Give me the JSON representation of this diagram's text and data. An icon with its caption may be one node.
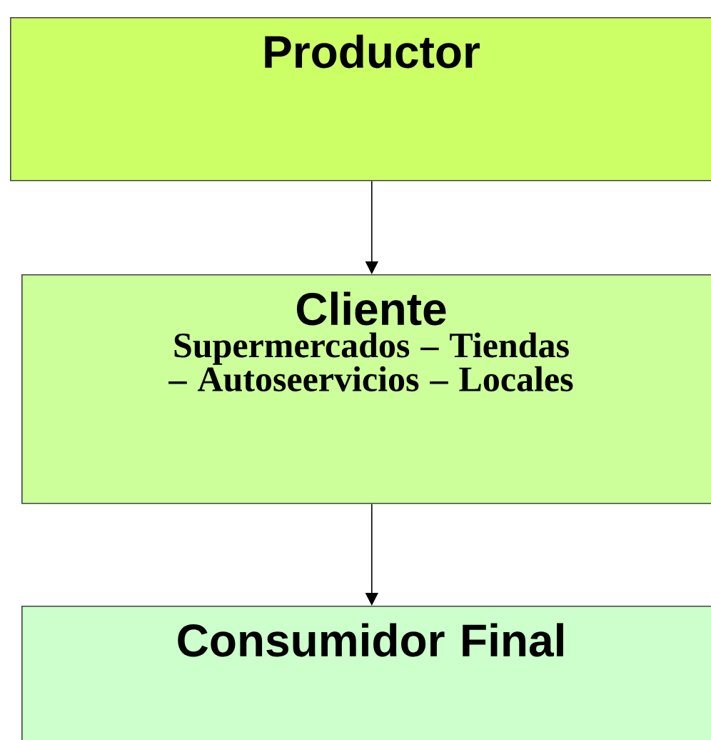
{
  "diagram": {
    "nodes": [
      {
        "text": [
          "Productor"
        ]
      },
      {
        "text": [
          "Cliente",
          "Supermercados – Tiendas – Autoseervicios – Locales"
        ]
      },
      {
        "text": [
          "Consumidor Final"
        ]
      }
    ],
    "edges": [
      {
        "from": 0,
        "to": 1,
        "arrow": "to"
      },
      {
        "from": 1,
        "to": 2,
        "arrow": "to"
      }
    ]
  }
}
